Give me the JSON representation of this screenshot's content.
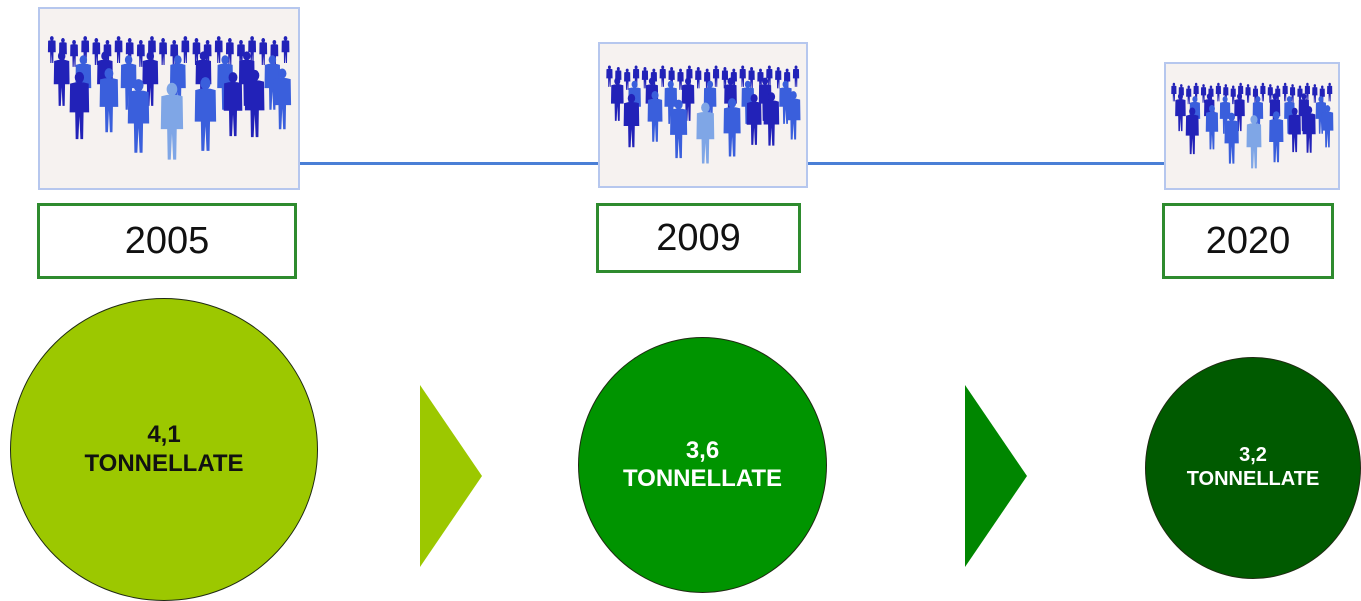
{
  "milestones": [
    {
      "year": "2005",
      "value": "4,1",
      "unit": "TONNELLATE",
      "circle_color": "#9cc800",
      "text_color": "#111111"
    },
    {
      "year": "2009",
      "value": "3,6",
      "unit": "TONNELLATE",
      "circle_color": "#009400",
      "text_color": "#ffffff"
    },
    {
      "year": "2020",
      "value": "3,2",
      "unit": "TONNELLATE",
      "circle_color": "#005a00",
      "text_color": "#ffffff"
    }
  ],
  "arrows": [
    {
      "color": "#9cc800"
    },
    {
      "color": "#008600"
    }
  ],
  "colors": {
    "connector": "#4a7fd6",
    "year_box_border": "#2e8b2e",
    "people_light": "#7fa6e6",
    "people_mid": "#3a5fdc",
    "people_dark": "#2222b8"
  },
  "icons": {
    "crowd": "crowd-people-icon",
    "arrow": "triangle-right-arrow-icon"
  }
}
